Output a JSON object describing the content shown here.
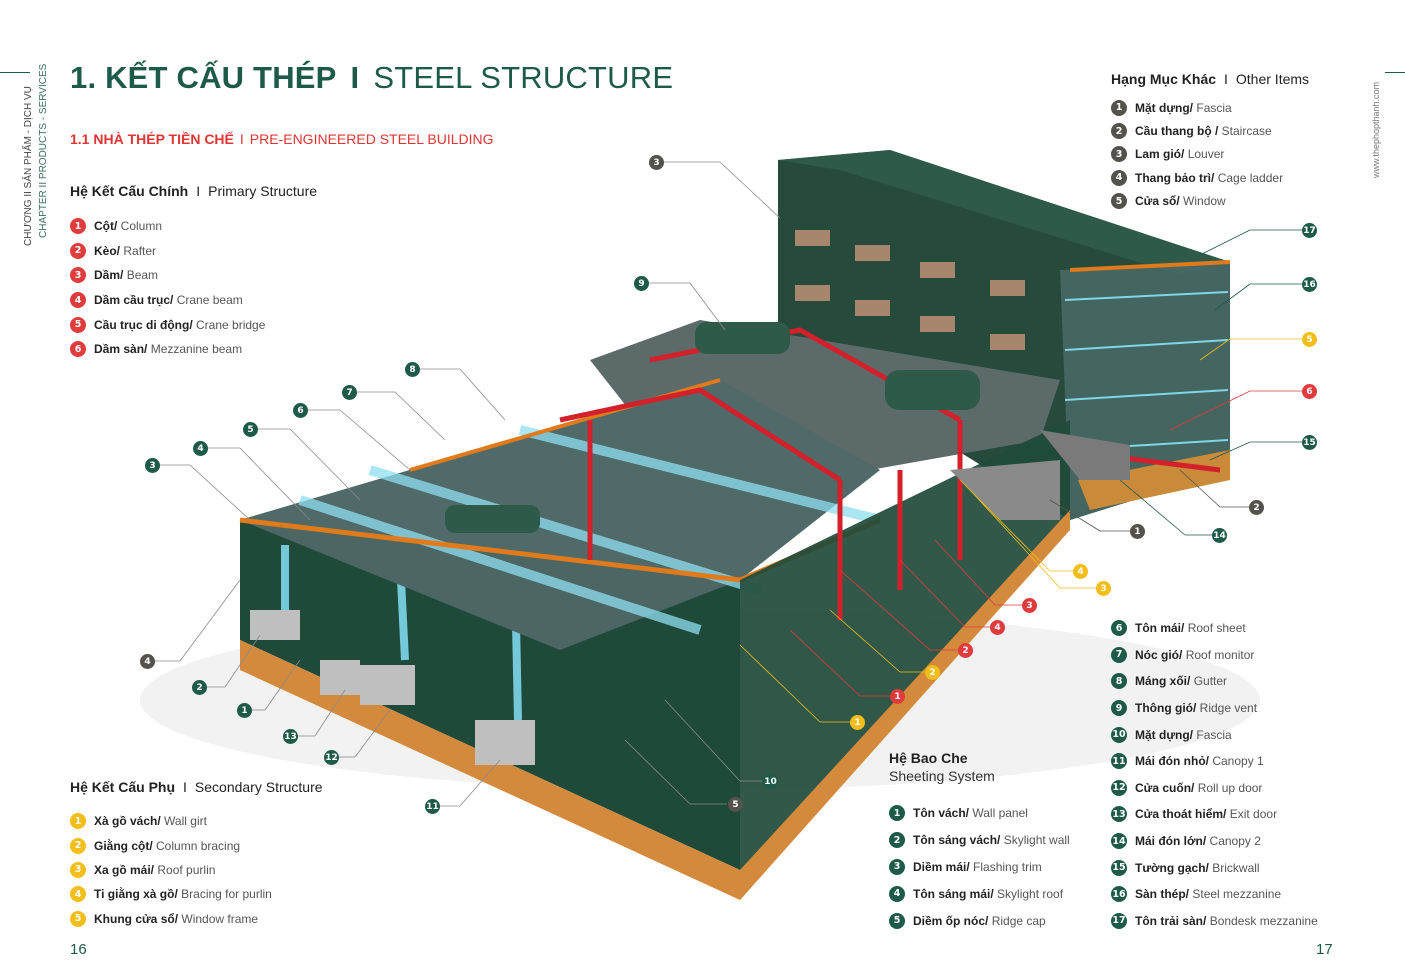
{
  "header": {
    "title_vi": "1. KẾT CẤU THÉP",
    "title_sep": "I",
    "title_en": "STEEL STRUCTURE",
    "subtitle_vi": "1.1 NHÀ THÉP TIỀN CHẾ",
    "subtitle_sep": "I",
    "subtitle_en": "PRE-ENGINEERED STEEL BUILDING"
  },
  "side": {
    "chapter_vi": "CHƯƠNG II  SẢN PHẨM - DỊCH VỤ",
    "chapter_en": "CHAPTER II   PRODUCTS - SERVICES",
    "website": "www.thephopthanh.com"
  },
  "primary": {
    "title_vi": "Hệ Kết Cấu Chính",
    "sep": "I",
    "title_en": "Primary Structure",
    "items": [
      {
        "n": "1",
        "vi": "Cột/",
        "en": "Column"
      },
      {
        "n": "2",
        "vi": "Kèo/",
        "en": "Rafter"
      },
      {
        "n": "3",
        "vi": "Dầm/",
        "en": "Beam"
      },
      {
        "n": "4",
        "vi": "Dầm cầu trục/",
        "en": "Crane beam"
      },
      {
        "n": "5",
        "vi": "Cầu trục di động/",
        "en": "Crane bridge"
      },
      {
        "n": "6",
        "vi": "Dầm sàn/",
        "en": "Mezzanine beam"
      }
    ]
  },
  "secondary": {
    "title_vi": "Hệ Kết Cấu Phụ",
    "sep": "I",
    "title_en": "Secondary Structure",
    "items": [
      {
        "n": "1",
        "vi": "Xà gồ vách/",
        "en": "Wall girt"
      },
      {
        "n": "2",
        "vi": "Giằng cột/",
        "en": "Column bracing"
      },
      {
        "n": "3",
        "vi": "Xa gồ mái/",
        "en": "Roof purlin"
      },
      {
        "n": "4",
        "vi": "Ti giằng xà gồ/",
        "en": "Bracing for purlin"
      },
      {
        "n": "5",
        "vi": "Khung cửa sổ/",
        "en": "Window frame"
      }
    ]
  },
  "other": {
    "title_vi": "Hạng Mục Khác",
    "sep": "I",
    "title_en": "Other Items",
    "items": [
      {
        "n": "1",
        "vi": "Mặt dựng/",
        "en": "Fascia"
      },
      {
        "n": "2",
        "vi": "Cầu thang bộ /",
        "en": "Staircase"
      },
      {
        "n": "3",
        "vi": "Lam gió/",
        "en": "Louver"
      },
      {
        "n": "4",
        "vi": "Thang bảo trì/",
        "en": "Cage ladder"
      },
      {
        "n": "5",
        "vi": "Cửa sổ/",
        "en": "Window"
      }
    ]
  },
  "sheeting": {
    "title_vi": "Hệ Bao Che",
    "title_en": "Sheeting System",
    "items": [
      {
        "n": "1",
        "vi": "Tôn vách/",
        "en": "Wall panel"
      },
      {
        "n": "2",
        "vi": "Tôn sáng vách/",
        "en": "Skylight wall"
      },
      {
        "n": "3",
        "vi": "Diềm mái/",
        "en": "Flashing trim"
      },
      {
        "n": "4",
        "vi": "Tôn sáng mái/",
        "en": "Skylight roof"
      },
      {
        "n": "5",
        "vi": "Diềm ốp nóc/",
        "en": "Ridge cap"
      },
      {
        "n": "6",
        "vi": "Tôn mái/",
        "en": "Roof sheet"
      },
      {
        "n": "7",
        "vi": "Nóc gió/",
        "en": "Roof monitor"
      },
      {
        "n": "8",
        "vi": "Máng xối/",
        "en": "Gutter"
      },
      {
        "n": "9",
        "vi": "Thông gió/",
        "en": "Ridge vent"
      },
      {
        "n": "10",
        "vi": "Mặt dựng/",
        "en": "Fascia"
      },
      {
        "n": "11",
        "vi": "Mái đón nhỏ/",
        "en": "Canopy 1"
      },
      {
        "n": "12",
        "vi": "Cửa cuốn/",
        "en": "Roll up door"
      },
      {
        "n": "13",
        "vi": "Cửa thoát hiểm/",
        "en": "Exit door"
      },
      {
        "n": "14",
        "vi": "Mái đón lớn/",
        "en": "Canopy 2"
      },
      {
        "n": "15",
        "vi": "Tường gạch/",
        "en": "Brickwall"
      },
      {
        "n": "16",
        "vi": "Sàn thép/",
        "en": "Steel mezzanine"
      },
      {
        "n": "17",
        "vi": "Tôn trải sàn/",
        "en": "Bondesk mezzanine"
      }
    ]
  },
  "callouts": [
    "3",
    "9",
    "8",
    "7",
    "6",
    "5",
    "4",
    "3",
    "4",
    "2",
    "1",
    "13",
    "12",
    "11",
    "5",
    "10",
    "1",
    "2",
    "1",
    "3",
    "4",
    "2",
    "3",
    "4",
    "1",
    "14",
    "2",
    "15",
    "6",
    "5",
    "16",
    "17"
  ],
  "pages": {
    "left": "16",
    "right": "17"
  },
  "colors": {
    "brand_green": "#1e5a4a",
    "primary_red": "#e13b3b",
    "secondary_yellow": "#f2be17",
    "other_gray": "#55524d"
  }
}
